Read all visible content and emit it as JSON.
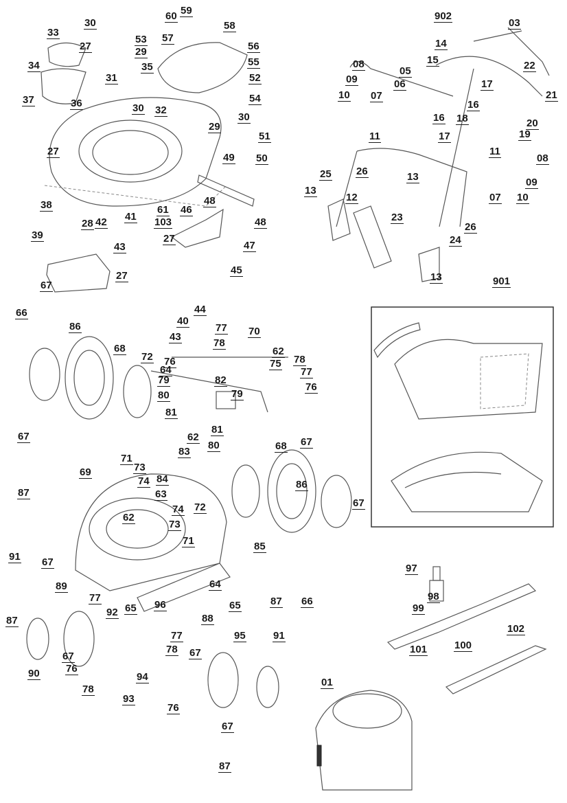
{
  "diagram": {
    "type": "exploded parts diagram (lawn mower)",
    "labels": [
      "60",
      "59",
      "58",
      "30",
      "33",
      "53",
      "57",
      "27",
      "29",
      "56",
      "35",
      "34",
      "55",
      "52",
      "31",
      "30",
      "32",
      "54",
      "37",
      "36",
      "30",
      "29",
      "51",
      "27",
      "49",
      "50",
      "38",
      "48",
      "46",
      "61",
      "42",
      "41",
      "103",
      "48",
      "28",
      "27",
      "43",
      "47",
      "39",
      "45",
      "27",
      "44",
      "40",
      "43",
      "902",
      "03",
      "14",
      "15",
      "22",
      "08",
      "05",
      "09",
      "06",
      "07",
      "17",
      "21",
      "10",
      "16",
      "18",
      "20",
      "16",
      "11",
      "17",
      "19",
      "11",
      "08",
      "26",
      "25",
      "13",
      "09",
      "13",
      "12",
      "07",
      "10",
      "23",
      "26",
      "24",
      "13",
      "901",
      "67",
      "66",
      "86",
      "77",
      "70",
      "78",
      "68",
      "72",
      "76",
      "64",
      "62",
      "75",
      "78",
      "77",
      "76",
      "79",
      "82",
      "80",
      "79",
      "81",
      "81",
      "67",
      "87",
      "69",
      "71",
      "73",
      "74",
      "62",
      "83",
      "80",
      "84",
      "63",
      "68",
      "67",
      "86",
      "62",
      "72",
      "74",
      "73",
      "67",
      "71",
      "85",
      "64",
      "65",
      "87",
      "66",
      "91",
      "67",
      "89",
      "96",
      "65",
      "88",
      "77",
      "92",
      "87",
      "77",
      "67",
      "76",
      "90",
      "78",
      "67",
      "95",
      "91",
      "78",
      "94",
      "93",
      "76",
      "67",
      "87",
      "97",
      "98",
      "99",
      "100",
      "101",
      "102",
      "01"
    ]
  }
}
